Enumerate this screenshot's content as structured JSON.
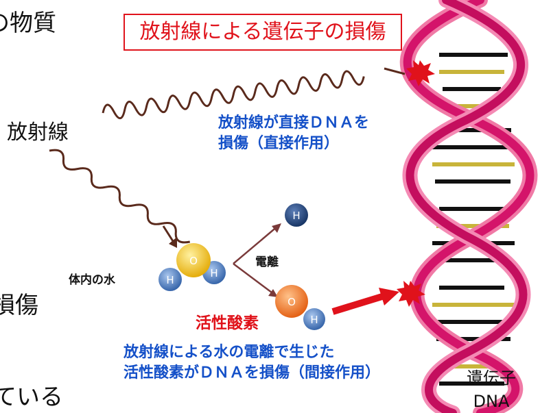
{
  "left_fragments": {
    "top": "の物質",
    "middle": "損傷",
    "bottom": "ている"
  },
  "title": "放射線による遺伝子の損傷",
  "radiation_label": "放射線",
  "direct_effect": [
    "放射線が直接ＤＮＡを",
    "損傷（直接作用）"
  ],
  "water_label": "体内の水",
  "ionization_label": "電離",
  "reactive_oxygen_label": "活性酸素",
  "indirect_effect": [
    "放射線による水の電離で生じた",
    "活性酸素がＤＮＡを損傷（間接作用）"
  ],
  "gene_label": [
    "遺伝子",
    "DNA"
  ],
  "atoms": {
    "hydrogen": "H",
    "oxygen": "O"
  },
  "colors": {
    "title_red": "#e0121b",
    "annotation_blue": "#1450c8",
    "dna_strand": "#d4146a",
    "oxygen_yellow": "#f2c21a",
    "oxygen_orange": "#f07a1e",
    "hydrogen_blue": "#3d6fb6",
    "hydrogen_navy": "#1e3f7a"
  }
}
